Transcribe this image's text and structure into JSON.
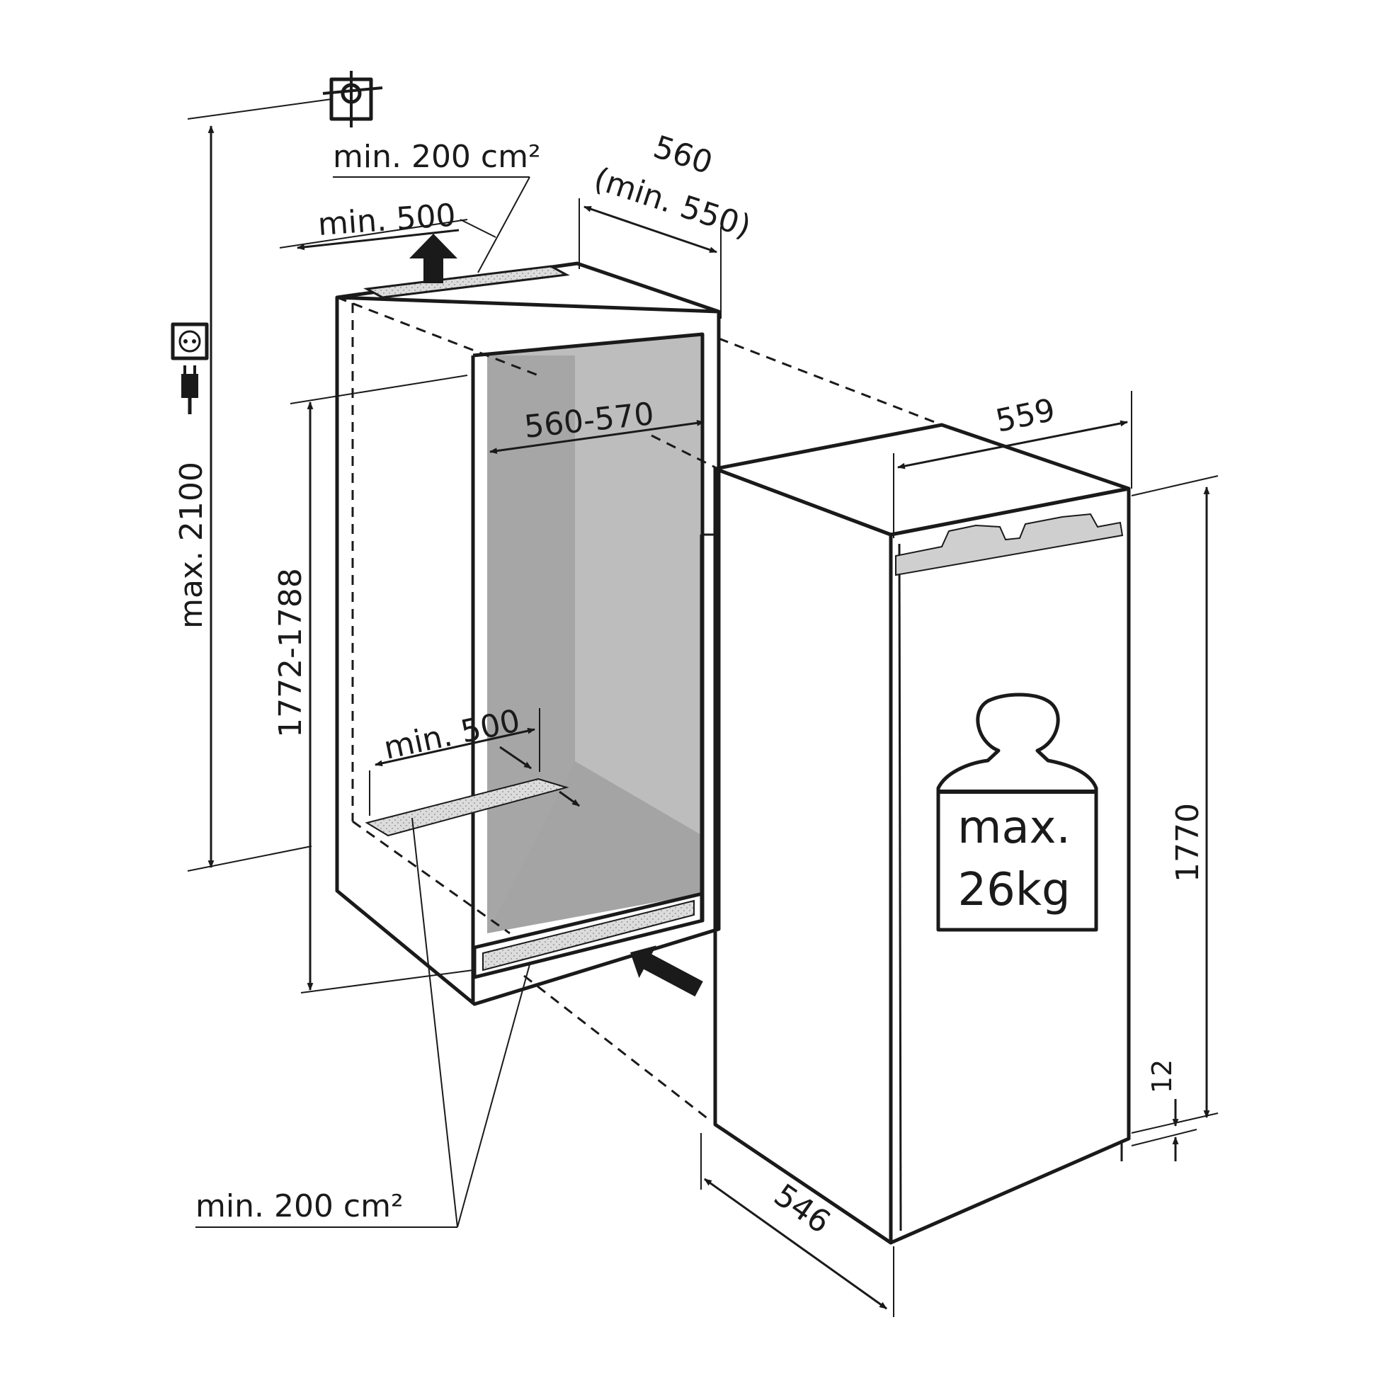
{
  "labels": {
    "top_vent_area": "min. 200 cm²",
    "top_vent_depth": "min. 500",
    "niche_width": "560",
    "niche_width_min": "(min. 550)",
    "inner_width": "560-570",
    "appliance_width": "559",
    "niche_height": "1772-1788",
    "max_height": "max. 2100",
    "bottom_vent_depth": "min. 500",
    "bottom_vent_area": "min. 200 cm²",
    "appliance_height": "1770",
    "base_gap": "12",
    "appliance_depth": "546",
    "door_load_line1": "max.",
    "door_load_line2": "26kg"
  },
  "icons": [
    "ground-symbol-icon",
    "power-socket-icon",
    "power-plug-icon",
    "weight-icon",
    "airflow-arrow-icon"
  ],
  "colors": {
    "line": "#1a1a1a",
    "niche_interior": "#bdbdbd",
    "niche_side": "#a6a6a6",
    "vent_fill": "#d9d9d9"
  }
}
